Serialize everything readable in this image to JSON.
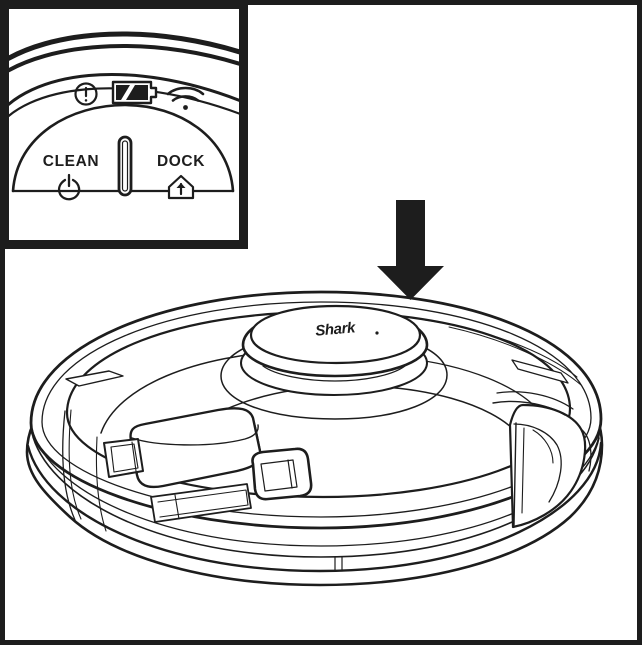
{
  "figure": {
    "kind": "product-instruction-illustration",
    "subject": "robot vacuum top view with control panel callout",
    "line_color": "#1d1d1d",
    "fill_color": "#ffffff",
    "frame_color": "#1d1d1d"
  },
  "inset": {
    "name": "control-panel-detail",
    "border_color": "#1d1d1d",
    "status_icons": [
      {
        "id": "error-icon",
        "glyph": "!",
        "label": "error"
      },
      {
        "id": "battery-icon",
        "glyph": "battery",
        "label": "battery"
      },
      {
        "id": "wifi-icon",
        "glyph": "wifi",
        "label": "wi-fi"
      }
    ],
    "buttons": [
      {
        "id": "clean-button",
        "label": "CLEAN",
        "icon": "power-icon",
        "icon_label": "power"
      },
      {
        "id": "dock-button",
        "label": "DOCK",
        "icon": "dock-home-icon",
        "icon_label": "return to dock"
      }
    ],
    "indicator_bar": {
      "id": "status-led-bar",
      "label": "status LED bar"
    }
  },
  "device": {
    "brand": "Shark",
    "brand_mark": "Shark",
    "turret": {
      "id": "lidar-turret",
      "label": "LiDAR turret"
    },
    "callout_arrow": {
      "id": "press-down-arrow",
      "direction": "down",
      "color": "#1d1d1d",
      "label": "press down"
    }
  }
}
